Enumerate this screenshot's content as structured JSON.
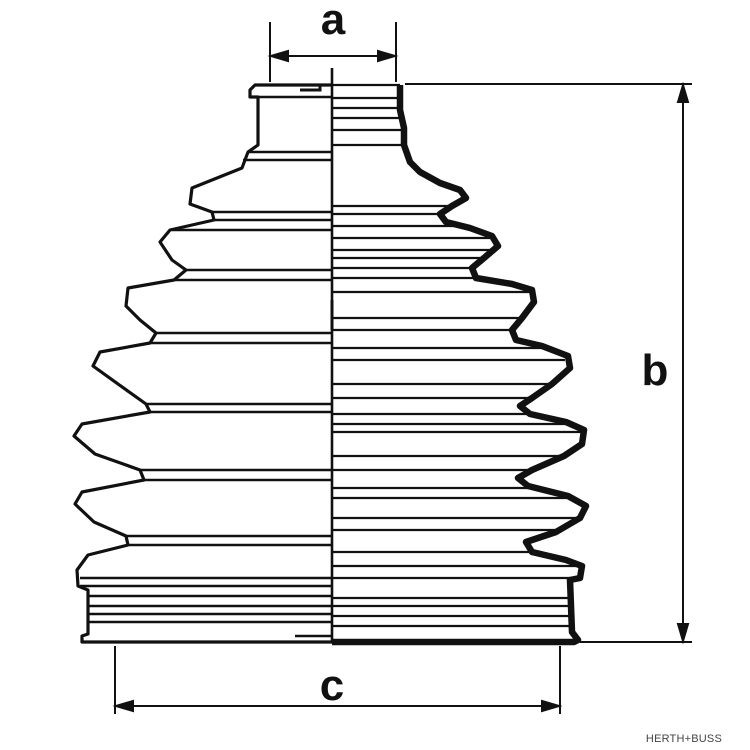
{
  "dimensions": {
    "a": "a",
    "b": "b",
    "c": "c"
  },
  "watermark": "HERTH+BUSS",
  "colors": {
    "line": "#111111",
    "background": "#ffffff"
  }
}
